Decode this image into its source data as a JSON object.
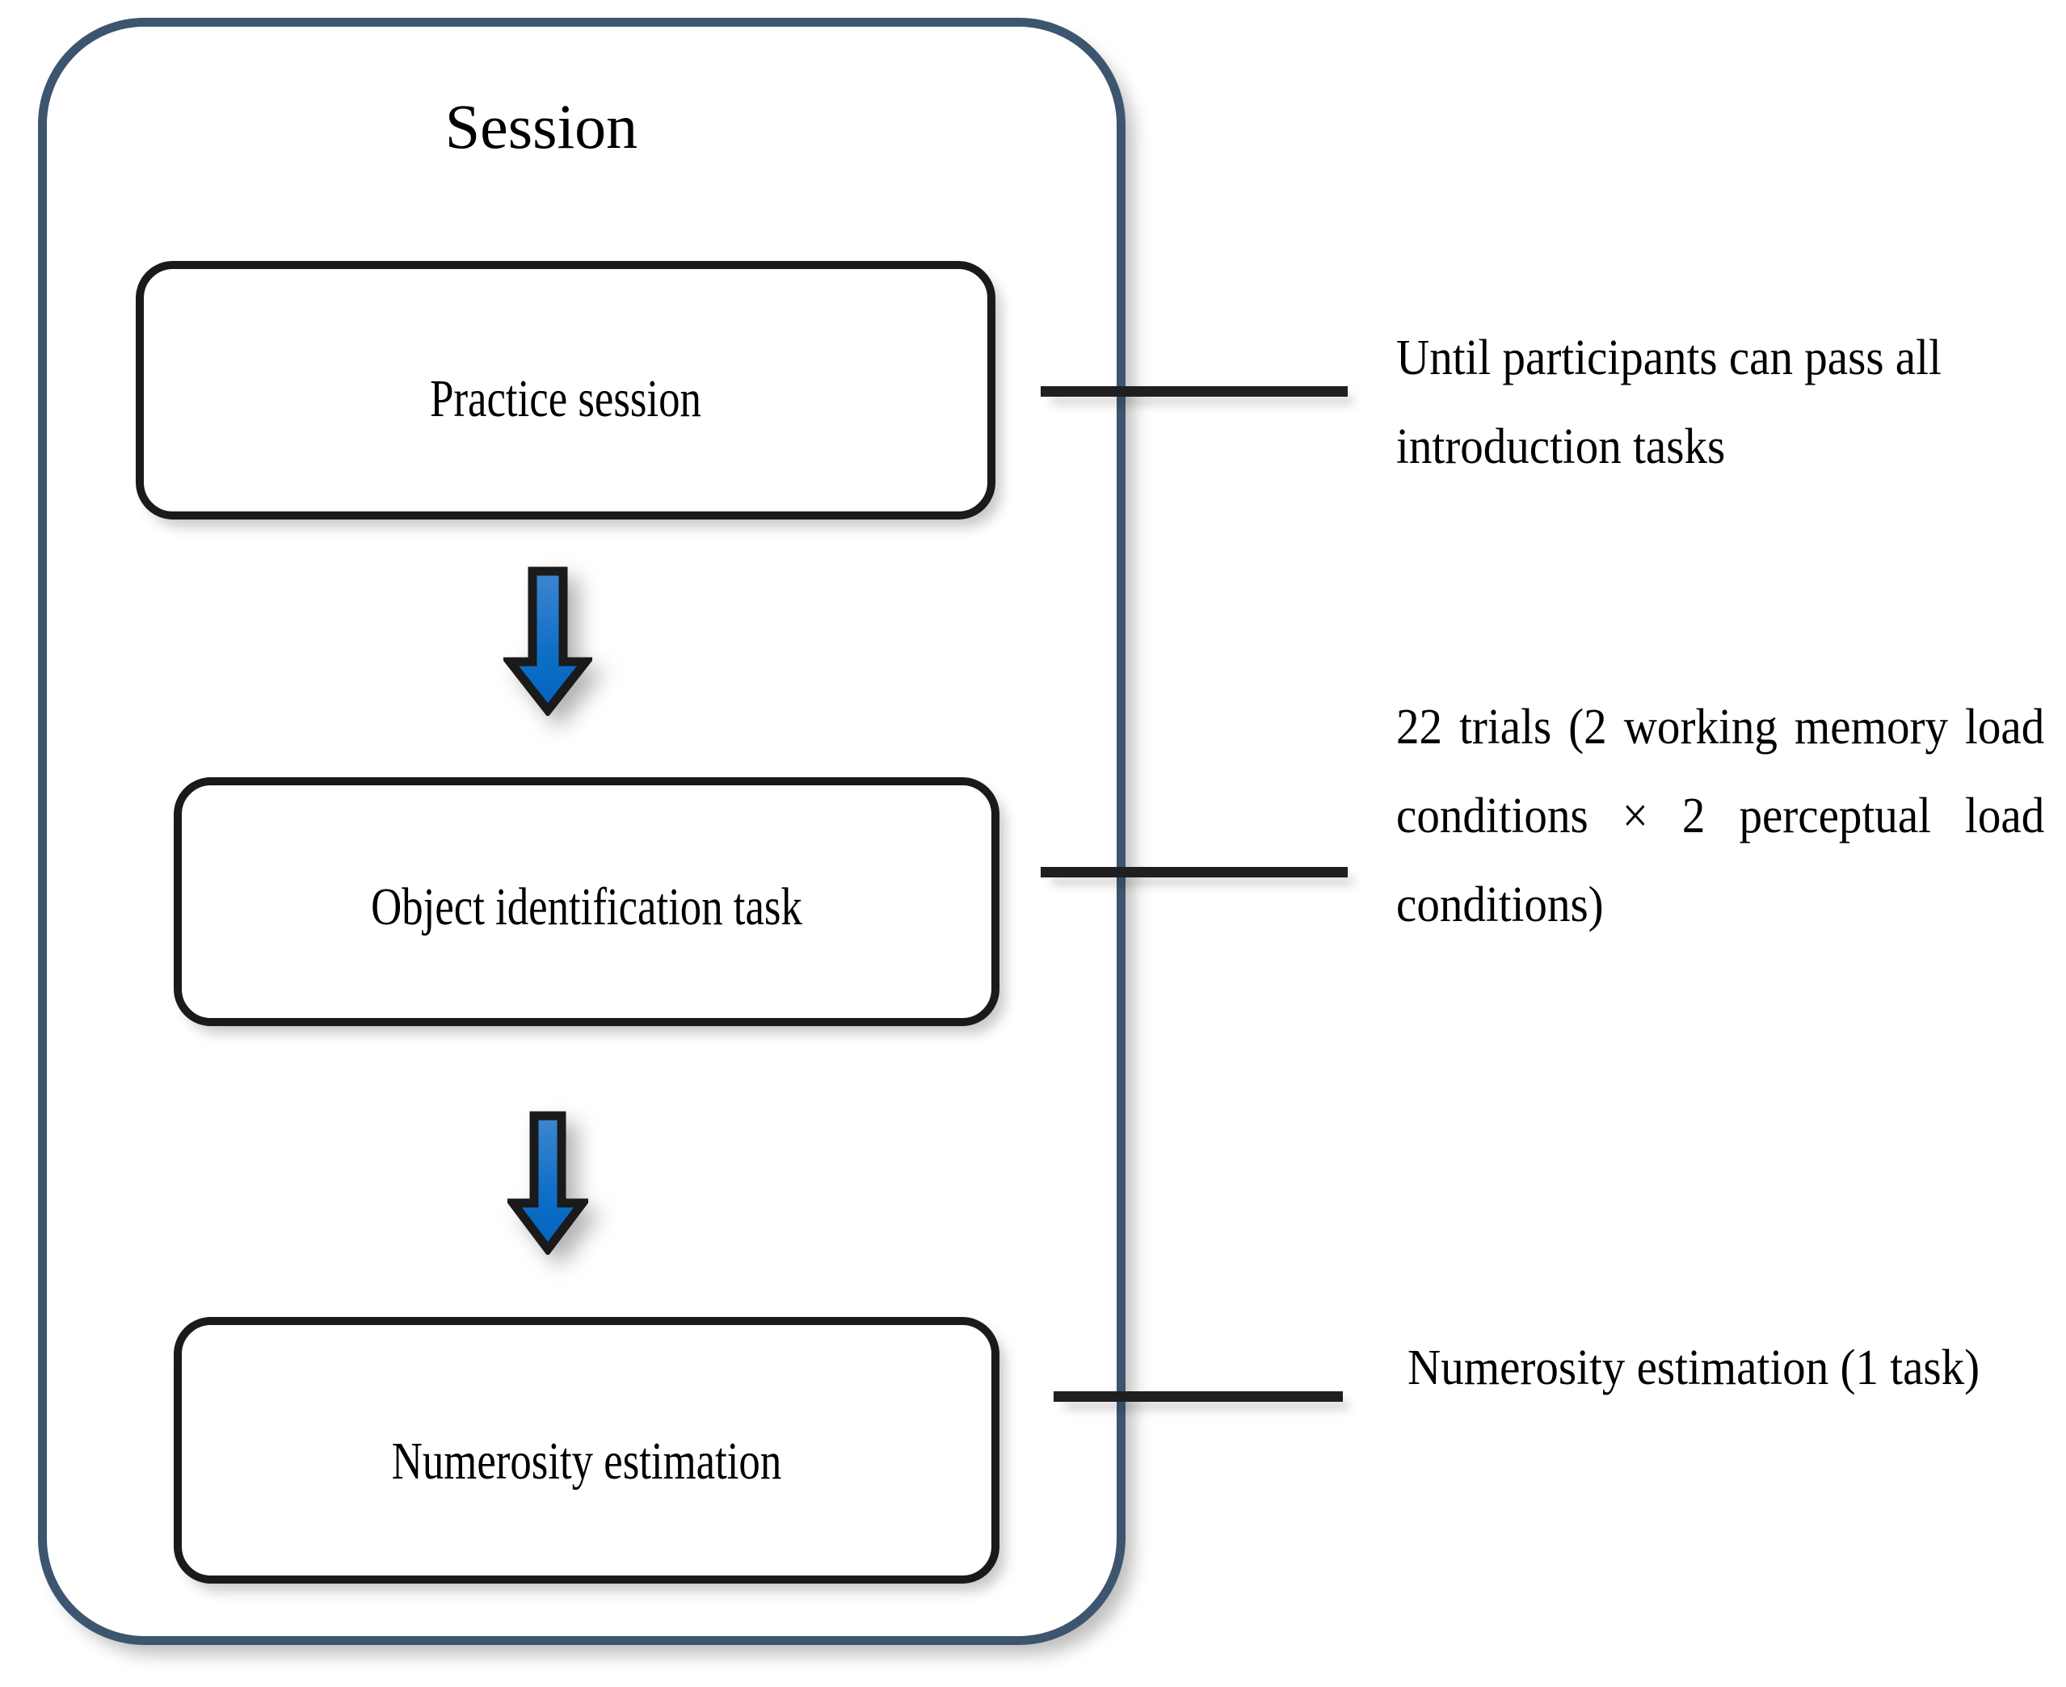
{
  "diagram": {
    "title": "Session",
    "container_border_color": "#3d556e",
    "box_border_color": "#1a1a1a",
    "arrow_color_top": "#3a7fc8",
    "arrow_color_bottom": "#0066c0",
    "arrow_outline_color": "#1a1a1a",
    "connector_color": "#1f1f1f",
    "steps": [
      {
        "id": "practice",
        "label": "Practice session"
      },
      {
        "id": "objectid",
        "label": "Object identification task"
      },
      {
        "id": "numerosity",
        "label": "Numerosity estimation"
      }
    ],
    "arrows": [
      {
        "id": "arrow-1",
        "direction": "down"
      },
      {
        "id": "arrow-2",
        "direction": "down"
      }
    ],
    "annotations": [
      {
        "id": "annotation-1",
        "text": "Until participants can pass all introduction tasks"
      },
      {
        "id": "annotation-2",
        "text": "22 trials (2 working memory load conditions × 2 perceptual load conditions)"
      },
      {
        "id": "annotation-3",
        "text": "Numerosity estimation (1 task)"
      }
    ]
  }
}
